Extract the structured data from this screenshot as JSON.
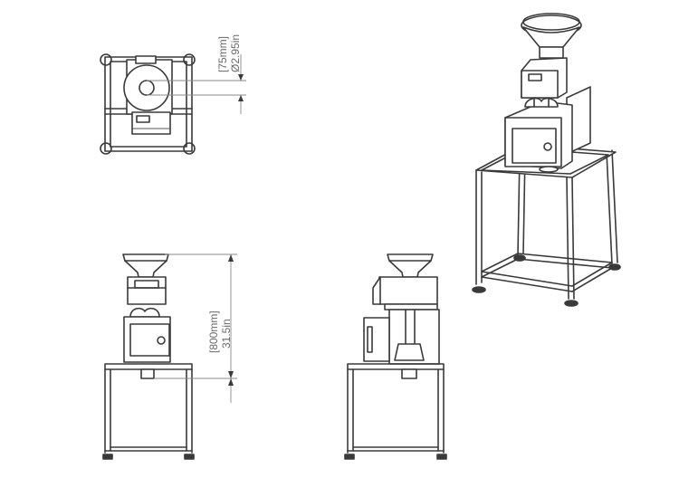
{
  "dimensions": {
    "diameter_metric": "[75mm]",
    "diameter_imperial": "Ø2.95in",
    "height_metric": "[800mm]",
    "height_imperial": "31.5in"
  },
  "views": [
    "top-view",
    "front-view",
    "side-view",
    "isometric-view"
  ],
  "colors": {
    "line": "#3a3a3a",
    "dimension": "#8a8a8a",
    "background": "#ffffff"
  }
}
